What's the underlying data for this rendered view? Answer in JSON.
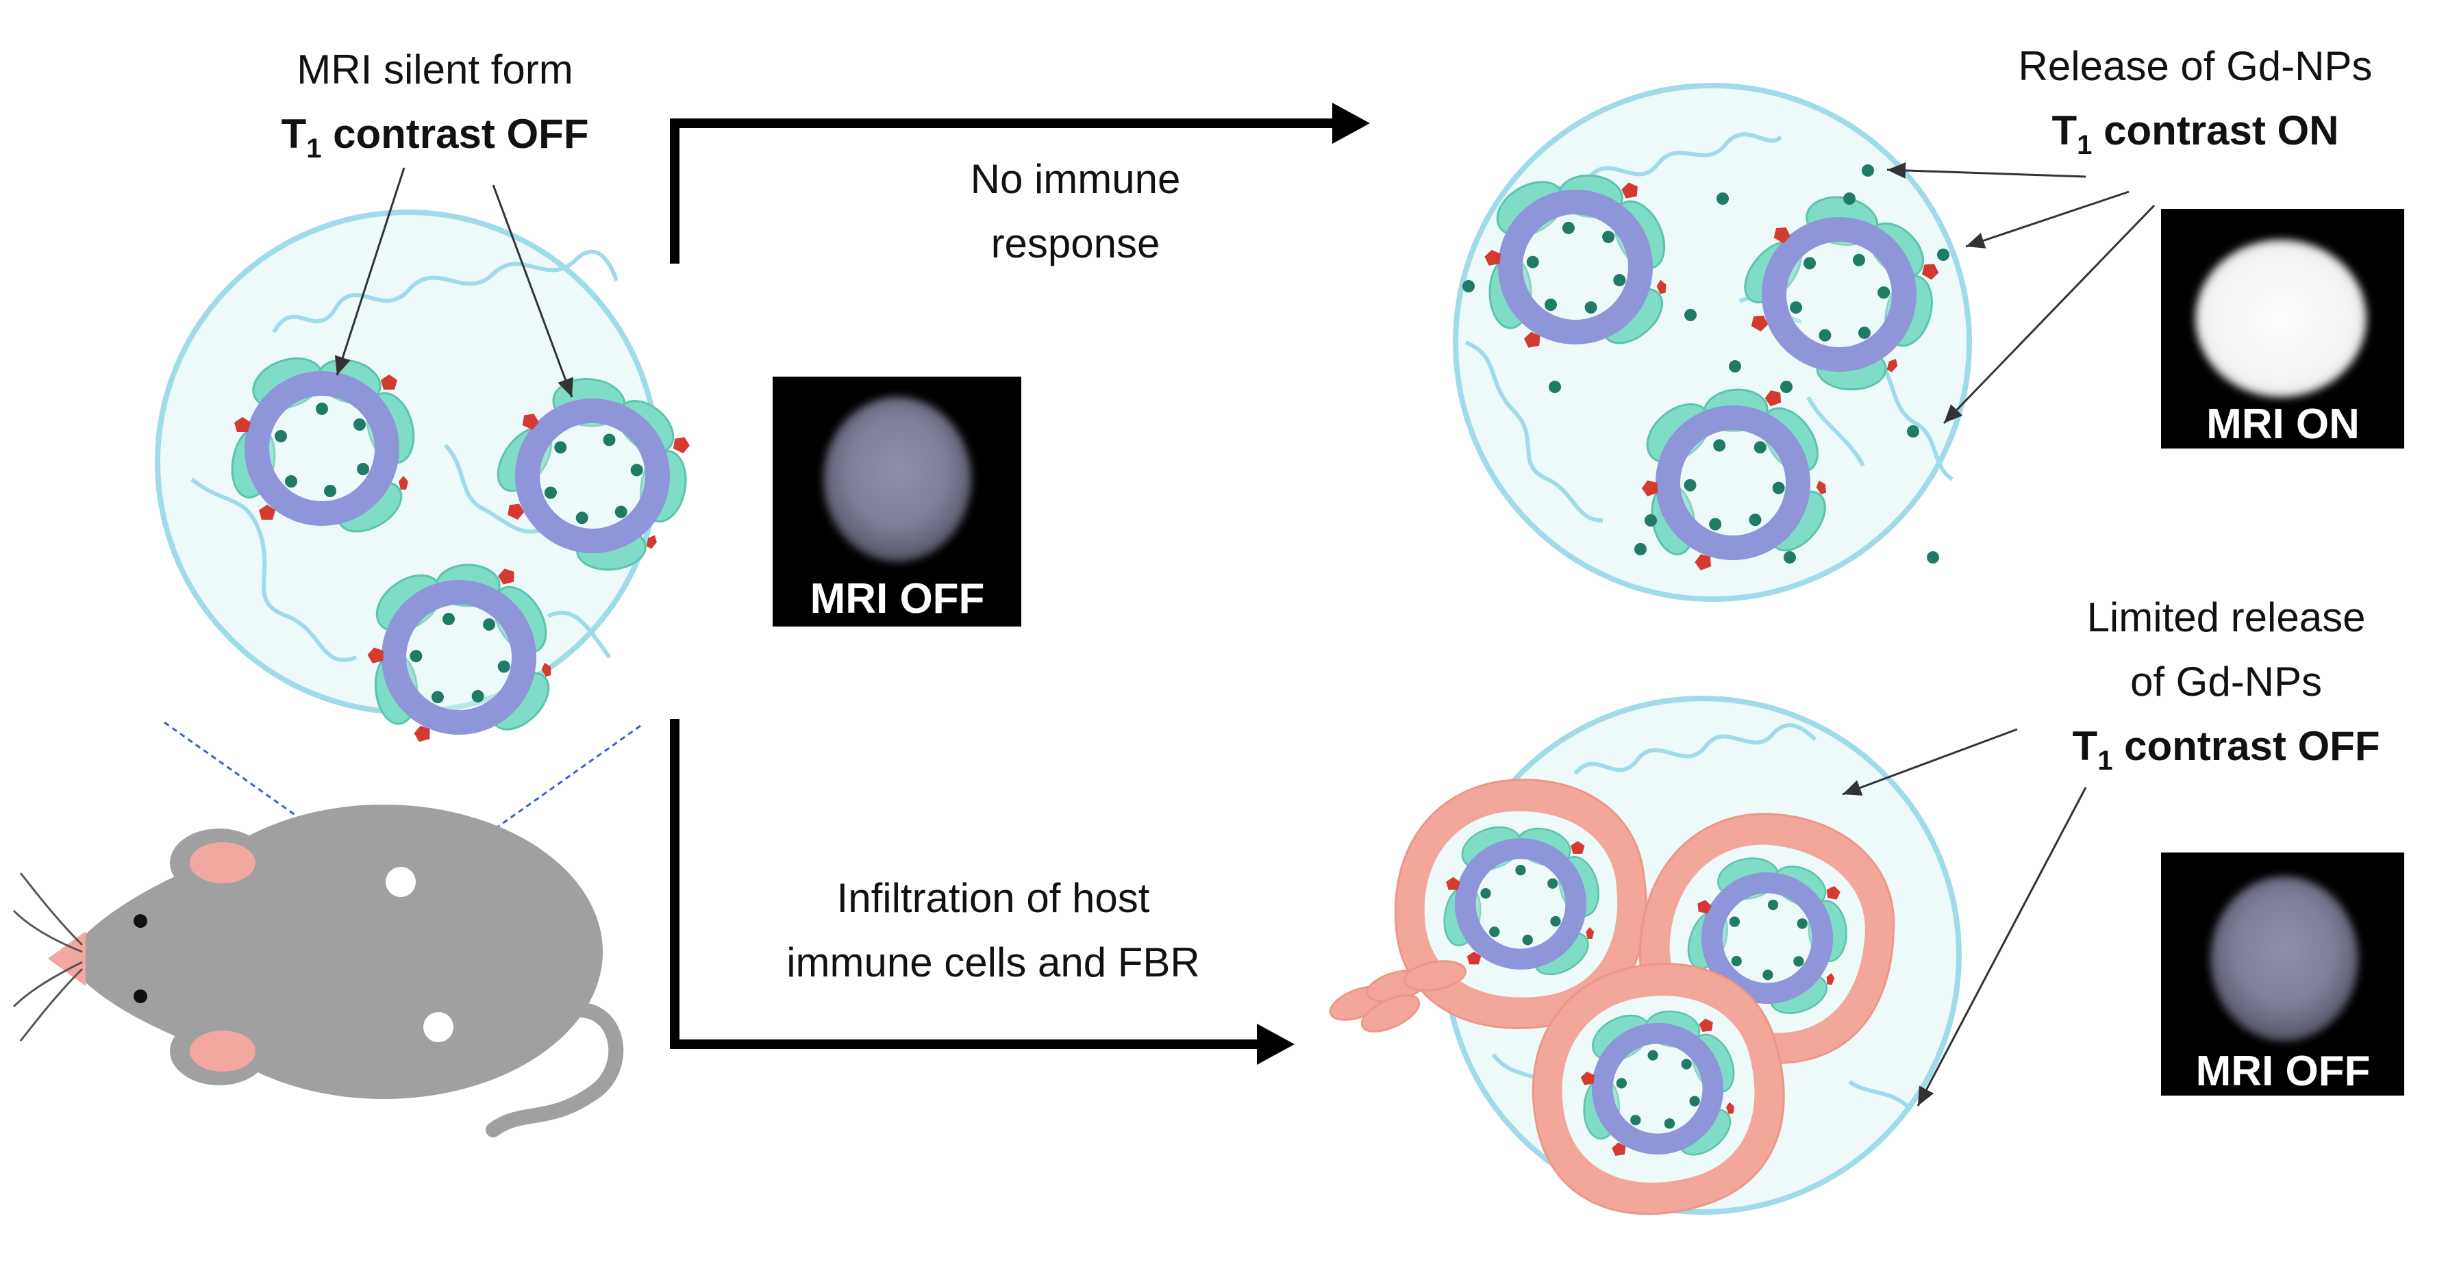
{
  "labels": {
    "silent_title": "MRI silent form",
    "silent_contrast_pre": "T",
    "silent_contrast_sub": "1",
    "silent_contrast_post": " contrast OFF",
    "no_immune_line1": "No immune",
    "no_immune_line2": "response",
    "infiltration_line1": "Infiltration of host",
    "infiltration_line2": "immune cells and FBR",
    "release_title": "Release of Gd-NPs",
    "release_contrast_pre": "T",
    "release_contrast_sub": "1",
    "release_contrast_post": " contrast ON",
    "limited_line1": "Limited release",
    "limited_line2": "of Gd-NPs",
    "limited_contrast_pre": "T",
    "limited_contrast_sub": "1",
    "limited_contrast_post": " contrast OFF"
  },
  "mri_panels": {
    "left": "MRI OFF",
    "top_right": "MRI ON",
    "bottom_right": "MRI OFF"
  },
  "colors": {
    "circle_stroke": "#9fdbe8",
    "circle_fill": "#eef9fa",
    "capsule_ring": "#8e95d8",
    "cells": "#7fdcc6",
    "nanoparticle": "#1f7a66",
    "marker": "#d43a2f",
    "fibrotic_layer": "#f2a79a",
    "mouse_body": "#a0a0a0",
    "mouse_pink": "#f2a8a0"
  }
}
